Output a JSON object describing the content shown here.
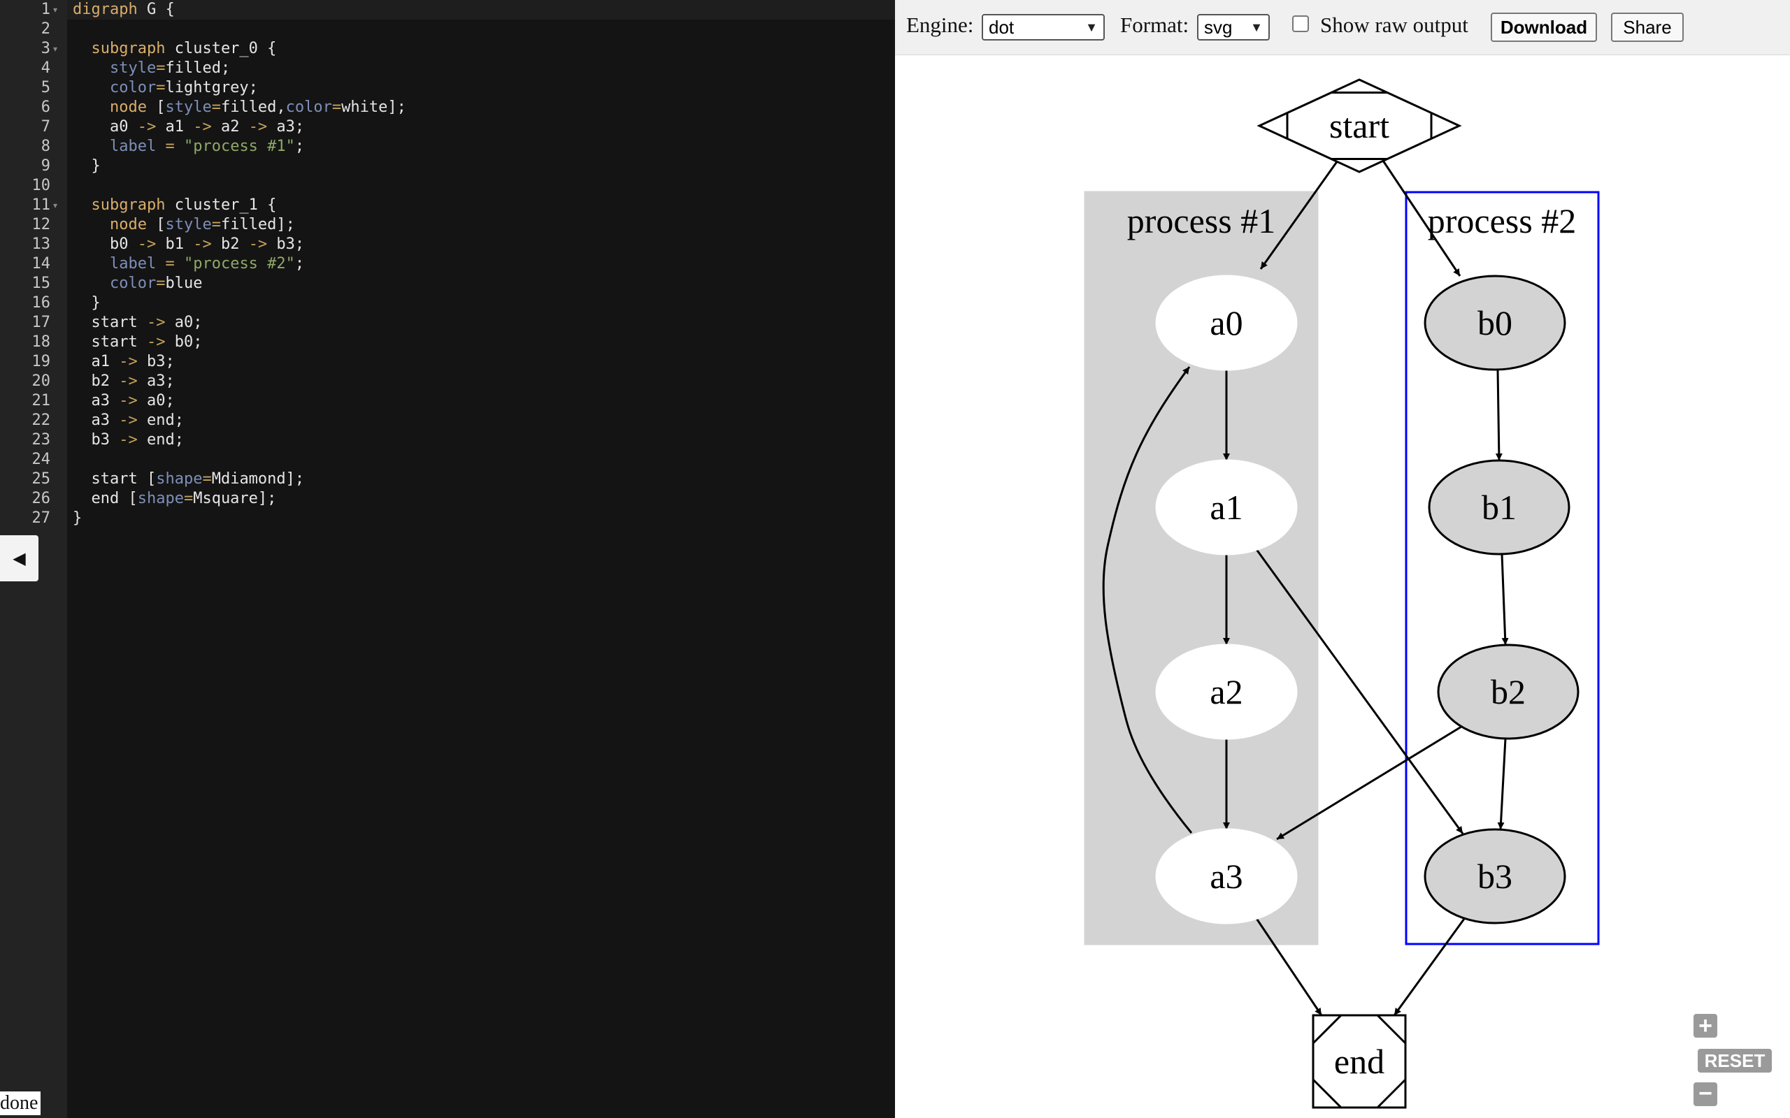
{
  "editor": {
    "lines": [
      [
        [
          "kw",
          "digraph"
        ],
        [
          "t",
          " G {"
        ]
      ],
      [],
      [
        [
          "t",
          "  "
        ],
        [
          "kw",
          "subgraph"
        ],
        [
          "t",
          " cluster_0 {"
        ]
      ],
      [
        [
          "t",
          "    "
        ],
        [
          "attr",
          "style"
        ],
        [
          "op",
          "="
        ],
        [
          "t",
          "filled;"
        ]
      ],
      [
        [
          "t",
          "    "
        ],
        [
          "attr",
          "color"
        ],
        [
          "op",
          "="
        ],
        [
          "t",
          "lightgrey;"
        ]
      ],
      [
        [
          "t",
          "    "
        ],
        [
          "kw",
          "node"
        ],
        [
          "t",
          " ["
        ],
        [
          "attr",
          "style"
        ],
        [
          "op",
          "="
        ],
        [
          "t",
          "filled,"
        ],
        [
          "attr",
          "color"
        ],
        [
          "op",
          "="
        ],
        [
          "t",
          "white];"
        ]
      ],
      [
        [
          "t",
          "    a0 "
        ],
        [
          "op",
          "->"
        ],
        [
          "t",
          " a1 "
        ],
        [
          "op",
          "->"
        ],
        [
          "t",
          " a2 "
        ],
        [
          "op",
          "->"
        ],
        [
          "t",
          " a3;"
        ]
      ],
      [
        [
          "t",
          "    "
        ],
        [
          "attr",
          "label"
        ],
        [
          "t",
          " "
        ],
        [
          "op",
          "="
        ],
        [
          "t",
          " "
        ],
        [
          "str",
          "\"process #1\""
        ],
        [
          "t",
          ";"
        ]
      ],
      [
        [
          "t",
          "  }"
        ]
      ],
      [],
      [
        [
          "t",
          "  "
        ],
        [
          "kw",
          "subgraph"
        ],
        [
          "t",
          " cluster_1 {"
        ]
      ],
      [
        [
          "t",
          "    "
        ],
        [
          "kw",
          "node"
        ],
        [
          "t",
          " ["
        ],
        [
          "attr",
          "style"
        ],
        [
          "op",
          "="
        ],
        [
          "t",
          "filled];"
        ]
      ],
      [
        [
          "t",
          "    b0 "
        ],
        [
          "op",
          "->"
        ],
        [
          "t",
          " b1 "
        ],
        [
          "op",
          "->"
        ],
        [
          "t",
          " b2 "
        ],
        [
          "op",
          "->"
        ],
        [
          "t",
          " b3;"
        ]
      ],
      [
        [
          "t",
          "    "
        ],
        [
          "attr",
          "label"
        ],
        [
          "t",
          " "
        ],
        [
          "op",
          "="
        ],
        [
          "t",
          " "
        ],
        [
          "str",
          "\"process #2\""
        ],
        [
          "t",
          ";"
        ]
      ],
      [
        [
          "t",
          "    "
        ],
        [
          "attr",
          "color"
        ],
        [
          "op",
          "="
        ],
        [
          "t",
          "blue"
        ]
      ],
      [
        [
          "t",
          "  }"
        ]
      ],
      [
        [
          "t",
          "  start "
        ],
        [
          "op",
          "->"
        ],
        [
          "t",
          " a0;"
        ]
      ],
      [
        [
          "t",
          "  start "
        ],
        [
          "op",
          "->"
        ],
        [
          "t",
          " b0;"
        ]
      ],
      [
        [
          "t",
          "  a1 "
        ],
        [
          "op",
          "->"
        ],
        [
          "t",
          " b3;"
        ]
      ],
      [
        [
          "t",
          "  b2 "
        ],
        [
          "op",
          "->"
        ],
        [
          "t",
          " a3;"
        ]
      ],
      [
        [
          "t",
          "  a3 "
        ],
        [
          "op",
          "->"
        ],
        [
          "t",
          " a0;"
        ]
      ],
      [
        [
          "t",
          "  a3 "
        ],
        [
          "op",
          "->"
        ],
        [
          "t",
          " end;"
        ]
      ],
      [
        [
          "t",
          "  b3 "
        ],
        [
          "op",
          "->"
        ],
        [
          "t",
          " end;"
        ]
      ],
      [],
      [
        [
          "t",
          "  start ["
        ],
        [
          "attr",
          "shape"
        ],
        [
          "op",
          "="
        ],
        [
          "t",
          "Mdiamond];"
        ]
      ],
      [
        [
          "t",
          "  end ["
        ],
        [
          "attr",
          "shape"
        ],
        [
          "op",
          "="
        ],
        [
          "t",
          "Msquare];"
        ]
      ],
      [
        [
          "t",
          "}"
        ]
      ]
    ],
    "fold_lines": [
      1,
      3,
      11
    ],
    "collapse_glyph": "◀",
    "status": "done"
  },
  "toolbar": {
    "engine_label": "Engine:",
    "engine_value": "dot",
    "format_label": "Format:",
    "format_value": "svg",
    "raw_output_label": "Show raw output",
    "raw_output_checked": false,
    "download_label": "Download",
    "share_label": "Share"
  },
  "graph": {
    "clusters": [
      {
        "id": "cluster_0",
        "label": "process #1",
        "fill": "#d3d3d3",
        "stroke": "#d3d3d3"
      },
      {
        "id": "cluster_1",
        "label": "process #2",
        "fill": "#ffffff",
        "stroke": "#0000ff"
      }
    ],
    "nodes": [
      {
        "id": "start",
        "label": "start",
        "shape": "Mdiamond"
      },
      {
        "id": "a0",
        "label": "a0",
        "fill": "#ffffff",
        "stroke": "#ffffff"
      },
      {
        "id": "a1",
        "label": "a1",
        "fill": "#ffffff",
        "stroke": "#ffffff"
      },
      {
        "id": "a2",
        "label": "a2",
        "fill": "#ffffff",
        "stroke": "#ffffff"
      },
      {
        "id": "a3",
        "label": "a3",
        "fill": "#ffffff",
        "stroke": "#ffffff"
      },
      {
        "id": "b0",
        "label": "b0",
        "fill": "#d3d3d3",
        "stroke": "#000000"
      },
      {
        "id": "b1",
        "label": "b1",
        "fill": "#d3d3d3",
        "stroke": "#000000"
      },
      {
        "id": "b2",
        "label": "b2",
        "fill": "#d3d3d3",
        "stroke": "#000000"
      },
      {
        "id": "b3",
        "label": "b3",
        "fill": "#d3d3d3",
        "stroke": "#000000"
      },
      {
        "id": "end",
        "label": "end",
        "shape": "Msquare"
      }
    ],
    "edges": [
      [
        "start",
        "a0"
      ],
      [
        "start",
        "b0"
      ],
      [
        "a0",
        "a1"
      ],
      [
        "a1",
        "a2"
      ],
      [
        "a2",
        "a3"
      ],
      [
        "b0",
        "b1"
      ],
      [
        "b1",
        "b2"
      ],
      [
        "b2",
        "b3"
      ],
      [
        "a1",
        "b3"
      ],
      [
        "b2",
        "a3"
      ],
      [
        "a3",
        "a0"
      ],
      [
        "a3",
        "end"
      ],
      [
        "b3",
        "end"
      ]
    ]
  },
  "zoom": {
    "plus": "+",
    "reset": "RESET",
    "minus": "−"
  }
}
